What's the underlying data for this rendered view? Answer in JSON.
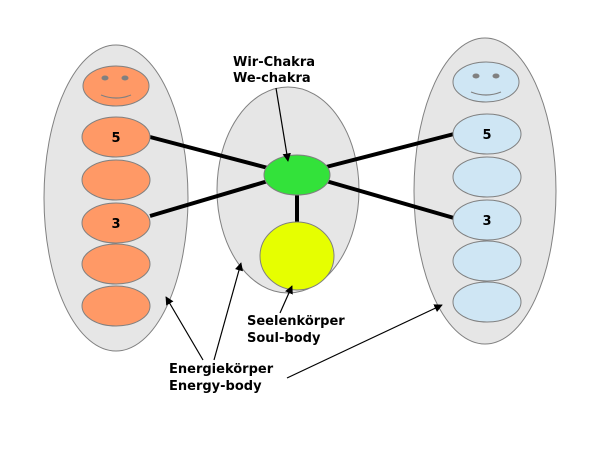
{
  "diagram": {
    "center_label_line1": "Wir-Chakra",
    "center_label_line2": "We-chakra",
    "soul_label_line1": "Seelenkörper",
    "soul_label_line2": "Soul-body",
    "energy_label_line1": "Energiekörper",
    "energy_label_line2": "Energy-body",
    "left_chakra_upper_number": "5",
    "left_chakra_lower_number": "3",
    "right_chakra_upper_number": "5",
    "right_chakra_lower_number": "3"
  },
  "colors": {
    "body_fill": "#e6e6e6",
    "body_stroke": "#808080",
    "left_chakra": "#ff9966",
    "right_chakra": "#cfe6f4",
    "we_chakra": "#33e23a",
    "soul_body": "#e6ff00",
    "line": "#000000"
  }
}
